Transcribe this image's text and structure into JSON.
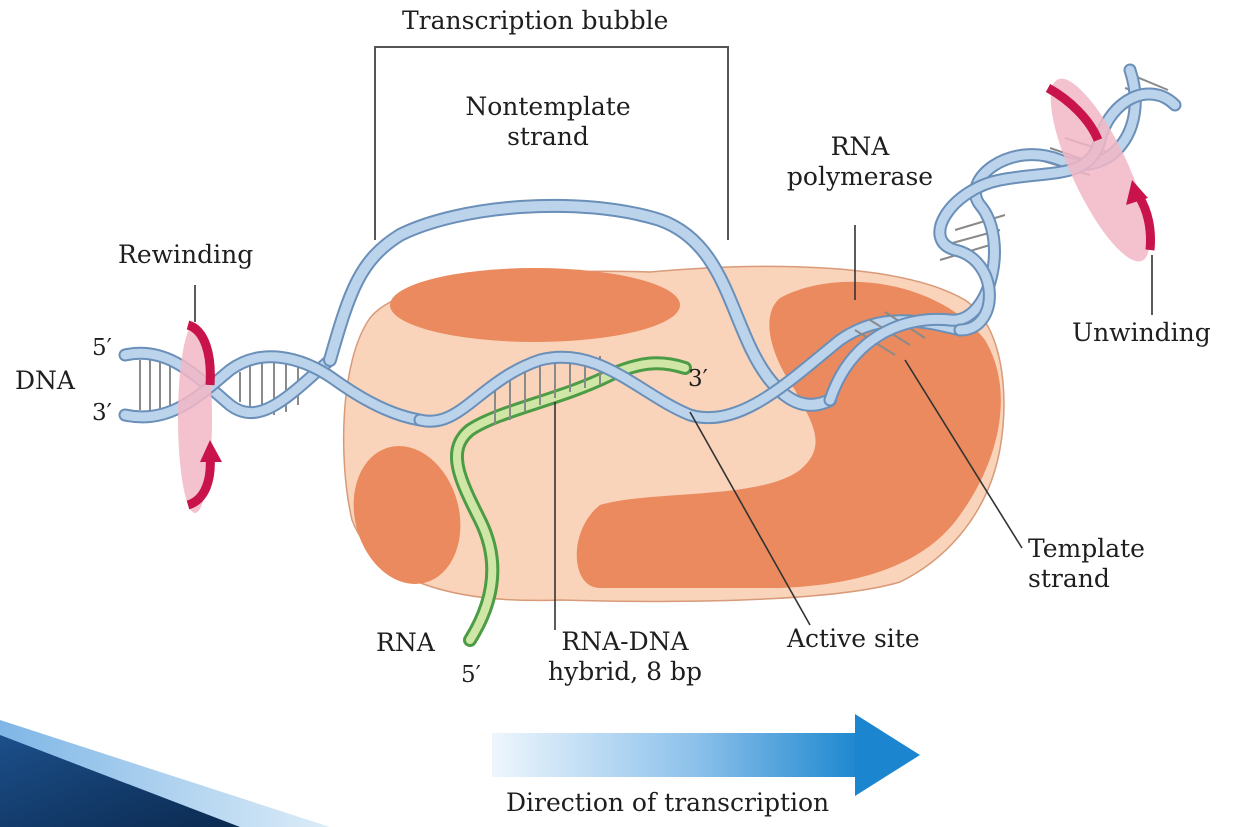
{
  "labels": {
    "transcription_bubble": "Transcription bubble",
    "nontemplate_strand": [
      "Nontemplate",
      "strand"
    ],
    "rna_polymerase": [
      "RNA",
      "polymerase"
    ],
    "rewinding": "Rewinding",
    "unwinding": "Unwinding",
    "dna": "DNA",
    "five_prime_top": "5′",
    "three_prime_bottom": "3′",
    "three_prime_rna": "3′",
    "template_strand": [
      "Template",
      "strand"
    ],
    "rna": "RNA",
    "five_prime_rna": "5′",
    "rna_dna_hybrid": [
      "RNA-DNA",
      "hybrid, 8 bp"
    ],
    "active_site": "Active site",
    "direction": "Direction of transcription"
  },
  "colors": {
    "dna_strand": "#bcd3ec",
    "dna_strand_edge": "#6a8fb8",
    "polymerase_light": "#f9d4bb",
    "polymerase_dark": "#ea8a5e",
    "rna_green": "#4c9b45",
    "rna_light": "#cfe6a6",
    "rotation_arrow": "#c8144a",
    "rotation_disc": "#f2b7c6",
    "direction_arrow": "#1b86cf"
  },
  "icons": [
    "rewinding-rotation-icon",
    "unwinding-rotation-icon",
    "direction-arrow-icon"
  ]
}
